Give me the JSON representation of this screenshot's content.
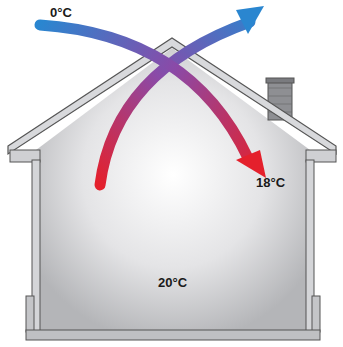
{
  "diagram": {
    "labels": [
      "0°C",
      "18°C",
      "20°C"
    ]
  }
}
